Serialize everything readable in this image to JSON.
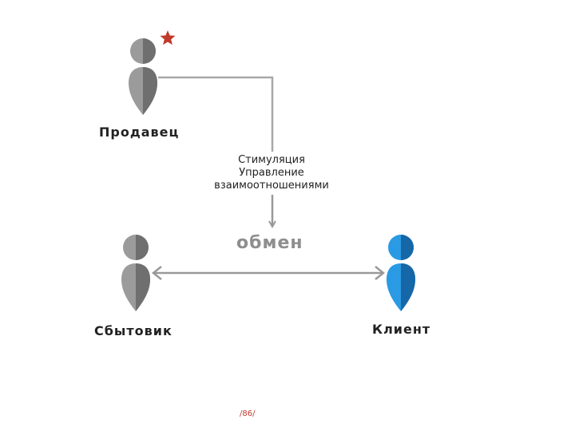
{
  "nodes": {
    "seller": {
      "label": "Продавец",
      "color": "#8f8f8f",
      "accent": "#c0392b"
    },
    "distributor": {
      "label": "Сбытовик",
      "color": "#8f8f8f"
    },
    "client": {
      "label": "Клиент",
      "color": "#1e88d6"
    }
  },
  "edges": {
    "stimulation": {
      "lines": [
        "Стимуляция",
        "Управление",
        "взаимоотношениями"
      ]
    },
    "exchange": {
      "label": "обмен"
    }
  },
  "footer": {
    "page": "/86/"
  }
}
